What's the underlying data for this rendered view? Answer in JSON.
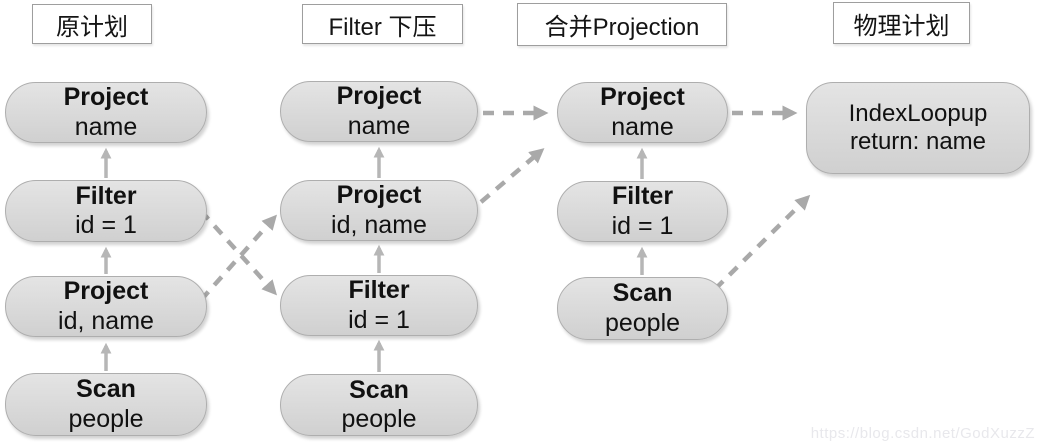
{
  "stages": [
    {
      "title": "原计划",
      "nodes": [
        {
          "op": "Project",
          "arg": "name"
        },
        {
          "op": "Filter",
          "arg": "id = 1"
        },
        {
          "op": "Project",
          "arg": "id, name"
        },
        {
          "op": "Scan",
          "arg": "people"
        }
      ]
    },
    {
      "title": "Filter 下压",
      "nodes": [
        {
          "op": "Project",
          "arg": "name"
        },
        {
          "op": "Project",
          "arg": "id, name"
        },
        {
          "op": "Filter",
          "arg": "id = 1"
        },
        {
          "op": "Scan",
          "arg": "people"
        }
      ]
    },
    {
      "title": "合并Projection",
      "nodes": [
        {
          "op": "Project",
          "arg": "name"
        },
        {
          "op": "Filter",
          "arg": "id = 1"
        },
        {
          "op": "Scan",
          "arg": "people"
        }
      ]
    },
    {
      "title": "物理计划",
      "nodes": [
        {
          "op": "IndexLoopup",
          "arg": "return: name"
        }
      ]
    }
  ],
  "watermark": "https://blog.csdn.net/GodXuzzZ",
  "colors": {
    "node_fill": "#d9d9d9",
    "node_border": "#aeaeae",
    "solid_arrow": "#b6b6b6",
    "dashed_arrow": "#a9a9a9",
    "title_border": "#9e9e9e",
    "text": "#111111",
    "watermark": "#e8e8ec"
  }
}
